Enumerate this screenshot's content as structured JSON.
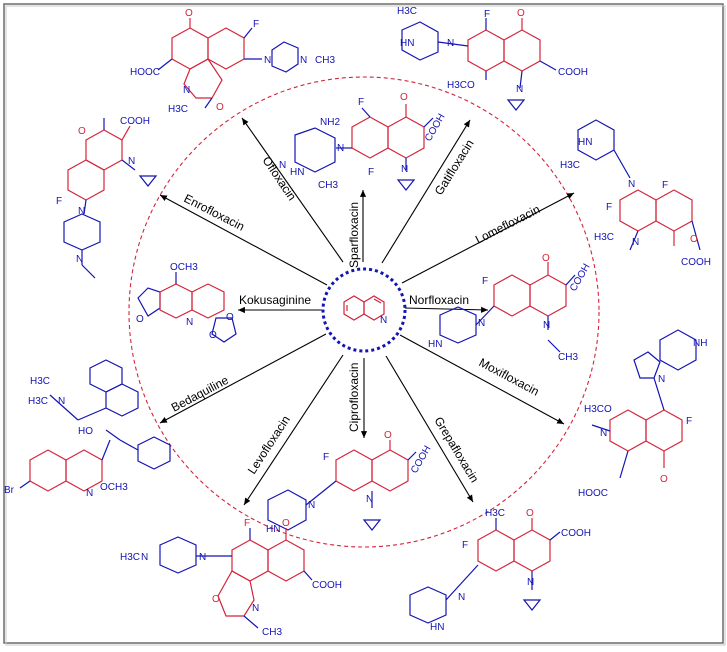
{
  "colors": {
    "core_ring": "#d4243a",
    "substituent": "#1414b4",
    "center_circle": "#1414b4",
    "dashed_circle": "#d4243a",
    "frame": "#6b6b6b"
  },
  "center": {
    "name": "quinoline",
    "atom_n": "N"
  },
  "drugs": [
    {
      "id": "ofloxacin",
      "label": "Ofloxacin",
      "atoms": [
        "O",
        "F",
        "HOOC",
        "N",
        "N",
        "N",
        "CH3",
        "O",
        "H3C"
      ]
    },
    {
      "id": "sparfloxacin",
      "label": "Sparfloxacin",
      "atoms": [
        "F",
        "NH2",
        "O",
        "COOH",
        "N",
        "N",
        "HN",
        "F",
        "N",
        "CH3"
      ]
    },
    {
      "id": "gatifloxacin",
      "label": "Gatifloxacin",
      "atoms": [
        "H3C",
        "F",
        "O",
        "HN",
        "N",
        "H3CO",
        "N",
        "COOH"
      ]
    },
    {
      "id": "lomefloxacin",
      "label": "Lomefloxacin",
      "atoms": [
        "HN",
        "H3C",
        "N",
        "F",
        "F",
        "N",
        "O",
        "H3C",
        "COOH"
      ]
    },
    {
      "id": "norfloxacin",
      "label": "Norfloxacin",
      "atoms": [
        "O",
        "COOH",
        "F",
        "N",
        "HN",
        "N",
        "CH3"
      ]
    },
    {
      "id": "moxifloxacin",
      "label": "Moxifloxacin",
      "atoms": [
        "NH",
        "N",
        "H3CO",
        "N",
        "F",
        "HOOC",
        "O"
      ]
    },
    {
      "id": "grepafloxacin",
      "label": "Grepafloxacin",
      "atoms": [
        "O",
        "H3C",
        "COOH",
        "F",
        "N",
        "N",
        "HN"
      ]
    },
    {
      "id": "ciprofloxacin",
      "label": "Ciprofloxacin",
      "atoms": [
        "O",
        "F",
        "COOH",
        "N",
        "N",
        "HN"
      ]
    },
    {
      "id": "levofloxacin",
      "label": "Levofloxacin",
      "atoms": [
        "F",
        "O",
        "H3C",
        "N",
        "N",
        "COOH",
        "O",
        "N",
        "CH3"
      ]
    },
    {
      "id": "bedaquiline",
      "label": "Bedaquiline",
      "atoms": [
        "H3C",
        "N",
        "H3C",
        "HO",
        "Br",
        "N",
        "OCH3"
      ]
    },
    {
      "id": "kokusaginine",
      "label": "Kokusaginine",
      "atoms": [
        "OCH3",
        "O",
        "N",
        "O",
        "O"
      ]
    },
    {
      "id": "enrofloxacin",
      "label": "Enrofloxacin",
      "atoms": [
        "O",
        "COOH",
        "N",
        "F",
        "N",
        "N"
      ]
    }
  ]
}
